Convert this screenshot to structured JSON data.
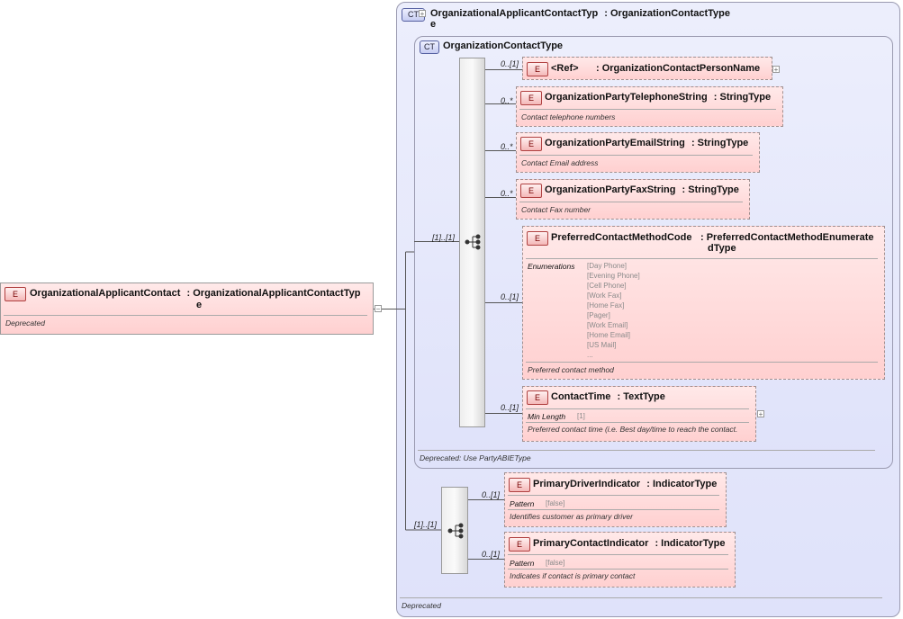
{
  "root": {
    "badge": "E",
    "name": "OrganizationalApplicantContact",
    "type_line1": ": OrganizationalApplicantContactTyp",
    "type_line2": "e",
    "annotation": "Deprecated"
  },
  "outer_type": {
    "badge": "CT",
    "name": "OrganizationalApplicantContactTyp",
    "type_line1": ": OrganizationContactType",
    "name_line2": "e",
    "annotation": "Deprecated"
  },
  "inner_type": {
    "badge": "CT",
    "name": "OrganizationContactType",
    "annotation": "Deprecated: Use PartyABIEType"
  },
  "sequence1": {
    "cardinality": "[1]..[1]"
  },
  "sequence2": {
    "cardinality": "[1]..[1]"
  },
  "elements": {
    "ref": {
      "badge": "E",
      "cardinality": "0..[1]",
      "name": "<Ref>",
      "type": ": OrganizationContactPersonName"
    },
    "telephone": {
      "badge": "E",
      "cardinality": "0..*",
      "name": "OrganizationPartyTelephoneString",
      "type": ": StringType",
      "annotation": "Contact telephone numbers"
    },
    "email": {
      "badge": "E",
      "cardinality": "0..*",
      "name": "OrganizationPartyEmailString",
      "type": ": StringType",
      "annotation": "Contact Email address"
    },
    "fax": {
      "badge": "E",
      "cardinality": "0..*",
      "name": "OrganizationPartyFaxString",
      "type": ": StringType",
      "annotation": "Contact Fax number"
    },
    "preferred": {
      "badge": "E",
      "cardinality": "0..[1]",
      "name": "PreferredContactMethodCode",
      "type_line1": ": PreferredContactMethodEnumerate",
      "type_line2": "dType",
      "facet_label": "Enumerations",
      "enumerations": [
        "[Day Phone]",
        "[Evening Phone]",
        "[Cell Phone]",
        "[Work Fax]",
        "[Home Fax]",
        "[Pager]",
        "[Work Email]",
        "[Home Email]",
        "[US Mail]",
        "..."
      ],
      "annotation": "Preferred contact method"
    },
    "contact_time": {
      "badge": "E",
      "cardinality": "0..[1]",
      "name": "ContactTime",
      "type": ": TextType",
      "facet_label": "Min Length",
      "facet_value": "[1]",
      "annotation": "Preferred contact time (i.e. Best day/time to reach the contact."
    },
    "primary_driver": {
      "badge": "E",
      "cardinality": "0..[1]",
      "name": "PrimaryDriverIndicator",
      "type": ": IndicatorType",
      "facet_label": "Pattern",
      "facet_value": "[false]",
      "annotation": "Identifies customer as primary driver"
    },
    "primary_contact": {
      "badge": "E",
      "cardinality": "0..[1]",
      "name": "PrimaryContactIndicator",
      "type": ": IndicatorType",
      "facet_label": "Pattern",
      "facet_value": "[false]",
      "annotation": "Indicates if contact is primary contact"
    }
  }
}
